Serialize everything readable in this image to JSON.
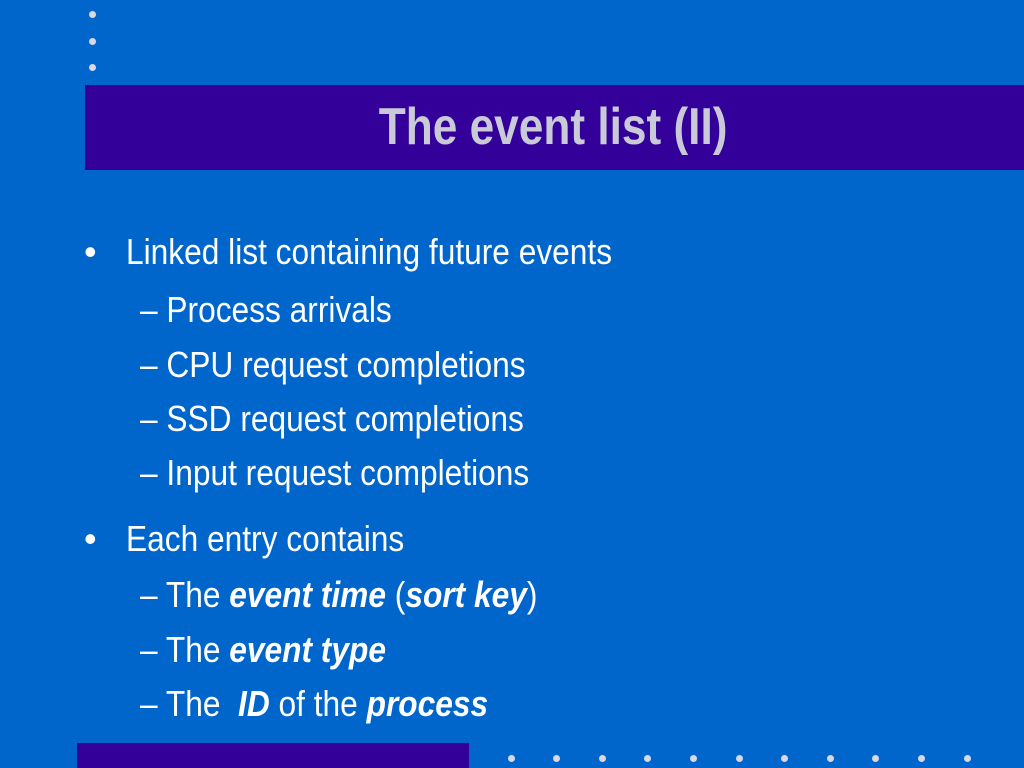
{
  "slide": {
    "title": "The event list (II)",
    "bullets": [
      {
        "marker": "•",
        "text": "Linked list containing future events",
        "subitems": [
          "– Process arrivals",
          "– CPU request completions",
          "– SSD request completions",
          "– Input request completions"
        ]
      },
      {
        "marker": "•",
        "text": "Each entry contains",
        "subitems": [
          {
            "prefix": "– The ",
            "em1": "event time",
            "mid": " (",
            "em2": "sort key",
            "suffix": ")"
          },
          {
            "prefix": "– The ",
            "em1": "event type"
          },
          {
            "prefix": "– The  ",
            "em1": "ID",
            "mid": " of the ",
            "em2": "process"
          }
        ]
      }
    ]
  },
  "colors": {
    "background": "#0066cc",
    "band": "#330099",
    "title_text": "#c9c9d8",
    "body_text": "#ffffff",
    "dots": "#d9d9e6"
  }
}
